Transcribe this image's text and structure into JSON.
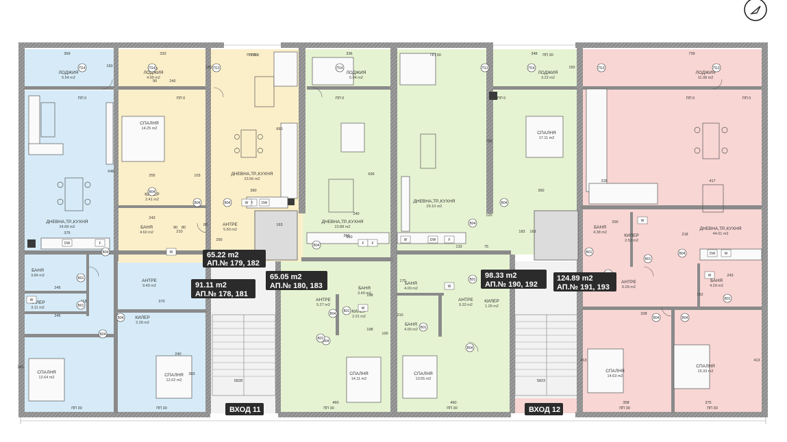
{
  "compass": {
    "icon": "north-arrow-icon"
  },
  "colors": {
    "blue": "#d6ebf7",
    "yellow": "#fbefc9",
    "green": "#e6f3d2",
    "red": "#f8d6d4",
    "common": "#f2f2f2",
    "tag_dark": "#2b2b2b"
  },
  "apartments": [
    {
      "key": "a",
      "area": "91.11 m2",
      "nums": "АП.№ 178, 181",
      "color": "blue"
    },
    {
      "key": "b",
      "area": "65.22 m2",
      "nums": "АП.№ 179, 182",
      "color": "yellow"
    },
    {
      "key": "c",
      "area": "65.05 m2",
      "nums": "АП.№ 180, 183",
      "color": "green"
    },
    {
      "key": "d",
      "area": "98.33 m2",
      "nums": "АП.№ 190, 192",
      "color": "green"
    },
    {
      "key": "e",
      "area": "124.89 m2",
      "nums": "АП.№ 191, 193",
      "color": "red"
    }
  ],
  "entrances": [
    "ВХОД 11",
    "ВХОД 12"
  ],
  "rooms": [
    {
      "name": "ЛОДЖИЯ",
      "area": "5.54 m2"
    },
    {
      "name": "ЛОДЖИЯ",
      "area": "4.99 m2"
    },
    {
      "name": "ЛОДЖИЯ",
      "area": "5.04 m2"
    },
    {
      "name": "ЛОДЖИЯ",
      "area": "3.22 m2"
    },
    {
      "name": "ЛОДЖИЯ",
      "area": "11.08 m2"
    },
    {
      "name": "СПАЛНЯ",
      "area": "14.25 m2"
    },
    {
      "name": "ДНЕВНА,ТР.,КУХНЯ",
      "area": "23.56 m2"
    },
    {
      "name": "ДНЕВНА,ТР.,КУХНЯ",
      "area": "24.68 m2"
    },
    {
      "name": "ДНЕВНА,ТР.,КУХНЯ",
      "area": "23.88 m2"
    },
    {
      "name": "ДНЕВНА,ТР.,КУХНЯ",
      "area": "29.10 m2"
    },
    {
      "name": "ДНЕВНА,ТР.,КУХНЯ",
      "area": "44.01 m2"
    },
    {
      "name": "СПАЛНЯ",
      "area": "17.11 m2"
    },
    {
      "name": "КИЛЕР",
      "area": "2.41 m2"
    },
    {
      "name": "БАНЯ",
      "area": "4.60 m2"
    },
    {
      "name": "АНТРЕ",
      "area": "5.50 m2"
    },
    {
      "name": "БАНЯ",
      "area": "3.84 m2"
    },
    {
      "name": "КИЛЕР",
      "area": "3.11 m2"
    },
    {
      "name": "АНТРЕ",
      "area": "9.49 m2"
    },
    {
      "name": "КИЛЕР",
      "area": "2.28 m2"
    },
    {
      "name": "СПАЛНЯ",
      "area": "12.64 m2"
    },
    {
      "name": "СПАЛНЯ",
      "area": "12.02 m2"
    },
    {
      "name": "БАНЯ",
      "area": "3.49 m2"
    },
    {
      "name": "АНТРЕ",
      "area": "5.27 m2"
    },
    {
      "name": "КИЛЕР",
      "area": "2.31 m2"
    },
    {
      "name": "СПАЛНЯ",
      "area": "14.11 m2"
    },
    {
      "name": "БАНЯ",
      "area": "4.00 m2"
    },
    {
      "name": "БАНЯ",
      "area": "4.00 m2"
    },
    {
      "name": "АНТРЕ",
      "area": "9.33 m2"
    },
    {
      "name": "КИЛЕР",
      "area": "1.26 m2"
    },
    {
      "name": "СПАЛНЯ",
      "area": "13.65 m2"
    },
    {
      "name": "БАНЯ",
      "area": "4.38 m2"
    },
    {
      "name": "КИЛЕР",
      "area": "2.53 m2"
    },
    {
      "name": "АНТРЕ",
      "area": "6.09 m2"
    },
    {
      "name": "БАНЯ",
      "area": "4.29 m2"
    },
    {
      "name": "СПАЛНЯ",
      "area": "14.63 m2"
    },
    {
      "name": "СПАЛНЯ",
      "area": "15.33 m2"
    }
  ],
  "dims": [
    "369",
    "333",
    "336",
    "348",
    "739",
    "150",
    "150",
    "150",
    "240",
    "225",
    "90",
    "648",
    "375",
    "255",
    "103",
    "360",
    "245",
    "118",
    "370",
    "245",
    "240",
    "660",
    "360",
    "243",
    "80",
    "210",
    "290",
    "163",
    "699",
    "360",
    "240",
    "198",
    "198",
    "100",
    "755",
    "120",
    "360",
    "75",
    "133",
    "163",
    "200",
    "328",
    "417",
    "218",
    "162",
    "243",
    "375",
    "358",
    "460",
    "460",
    "413",
    "413",
    "303",
    "341",
    "170",
    "210",
    "5828",
    "5823",
    "183",
    "80",
    "90",
    "328"
  ],
  "windows": [
    "ПП 30",
    "ПП 30",
    "ПП 30",
    "ПП 30",
    "ПП 30",
    "ПП 30",
    "ПП 30",
    "ПП 30",
    "ПП 30",
    "ПП 0",
    "ПП 0",
    "ПП 0",
    "ПП 0",
    "ПП 0",
    "ПП 0",
    "ПП 0"
  ],
  "tags": [
    "П14",
    "П14",
    "П14",
    "П13",
    "П13",
    "П13",
    "П13",
    "П14",
    "В04",
    "В04",
    "В04",
    "В04",
    "В04",
    "В04",
    "В04",
    "В04",
    "В04",
    "В04",
    "В04",
    "В04",
    "В04",
    "В04",
    "В04",
    "В01",
    "В01",
    "В01",
    "В01",
    "В01",
    "В01",
    "В01",
    "В01",
    "В01",
    "В02"
  ],
  "fixtures": [
    "F",
    "DW",
    "F",
    "DW",
    "F",
    "F",
    "DW",
    "F",
    "DW",
    "W",
    "W",
    "W",
    "W",
    "W",
    "W",
    "W",
    "W",
    "W"
  ]
}
